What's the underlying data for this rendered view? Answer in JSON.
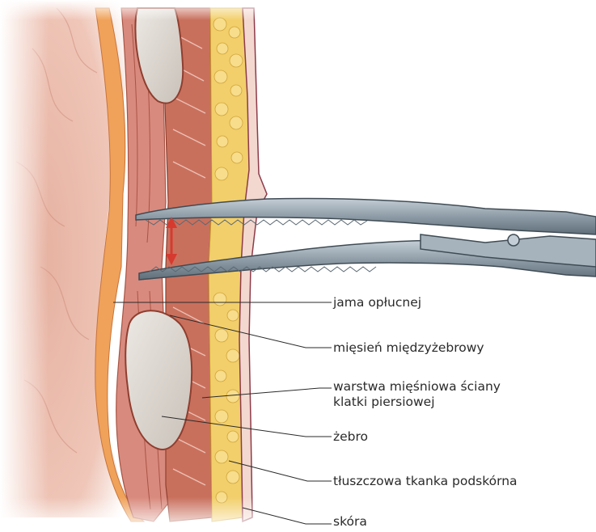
{
  "labels": {
    "pleural_cavity": "jama opłucnej",
    "intercostal_muscle": "mięsień międzyżebrowy",
    "chest_wall_muscle": "warstwa mięśniowa ściany klatki piersiowej",
    "rib": "żebro",
    "subcutaneous_fat": "tłuszczowa tkanka podskórna",
    "skin": "skóra"
  },
  "colors": {
    "lung_tissue": "#e9b3a2",
    "pleura_fat": "#f0a25a",
    "muscle": "#d98a7e",
    "muscle_dark": "#b4503c",
    "bone": "#dcd6d0",
    "fat": "#f2cf6a",
    "skin": "#f3d8cf",
    "instrument": "#8c9aa5",
    "arrow": "#d63a2f"
  },
  "icons": {
    "instrument": "surgical-clamp",
    "spread_arrow": "double-headed-arrow"
  }
}
